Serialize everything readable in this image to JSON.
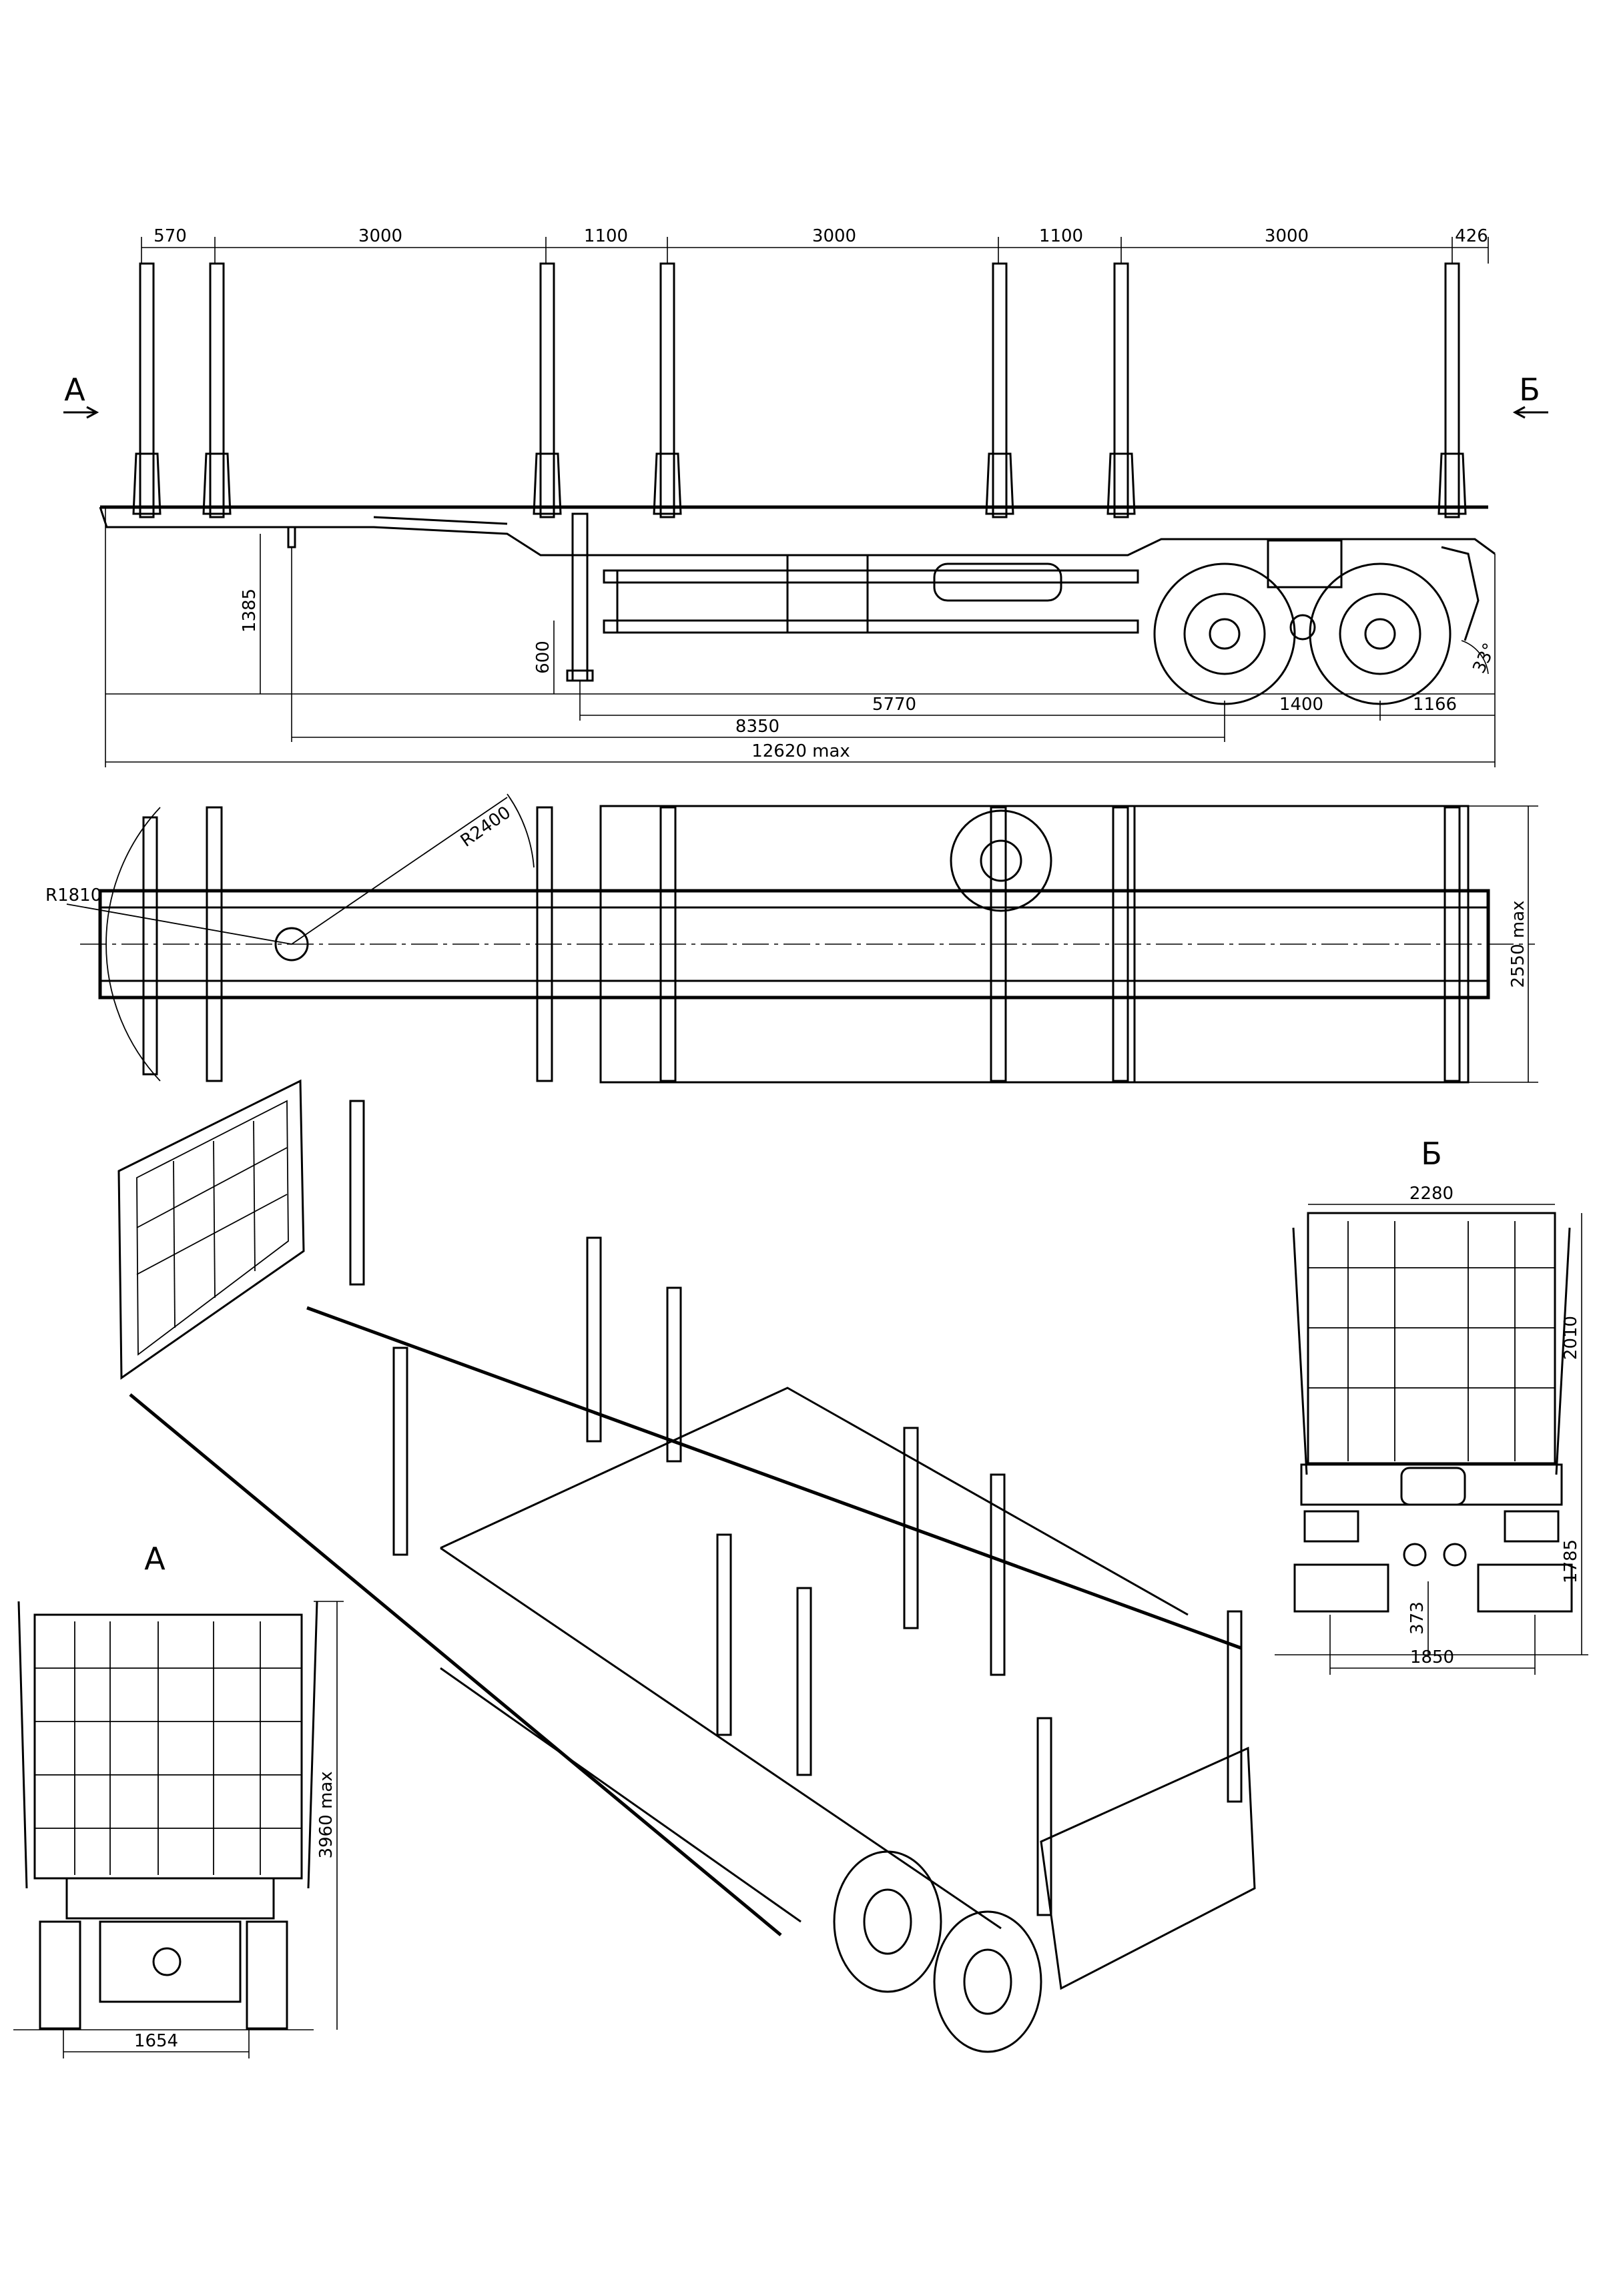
{
  "side_view": {
    "view_label_left": "А",
    "view_label_right": "Б",
    "stake_spacing": [
      "570",
      "3000",
      "1100",
      "3000",
      "1100",
      "3000",
      "426"
    ],
    "height_deck": "1385",
    "height_leg": "600",
    "angle": "33°",
    "len_5770": "5770",
    "len_1400": "1400",
    "len_1166": "1166",
    "len_8350": "8350",
    "len_total": "12620 max"
  },
  "top_view": {
    "radius_front": "R1810",
    "radius_turn": "R2400",
    "width": "2550 max"
  },
  "view_b": {
    "label": "Б",
    "width_top": "2280",
    "height_upper": "2010",
    "height_lower": "1785",
    "ground_clearance": "373",
    "width_bottom": "1850"
  },
  "view_a": {
    "label": "А",
    "height_total": "3960 max",
    "width_bottom": "1654"
  }
}
